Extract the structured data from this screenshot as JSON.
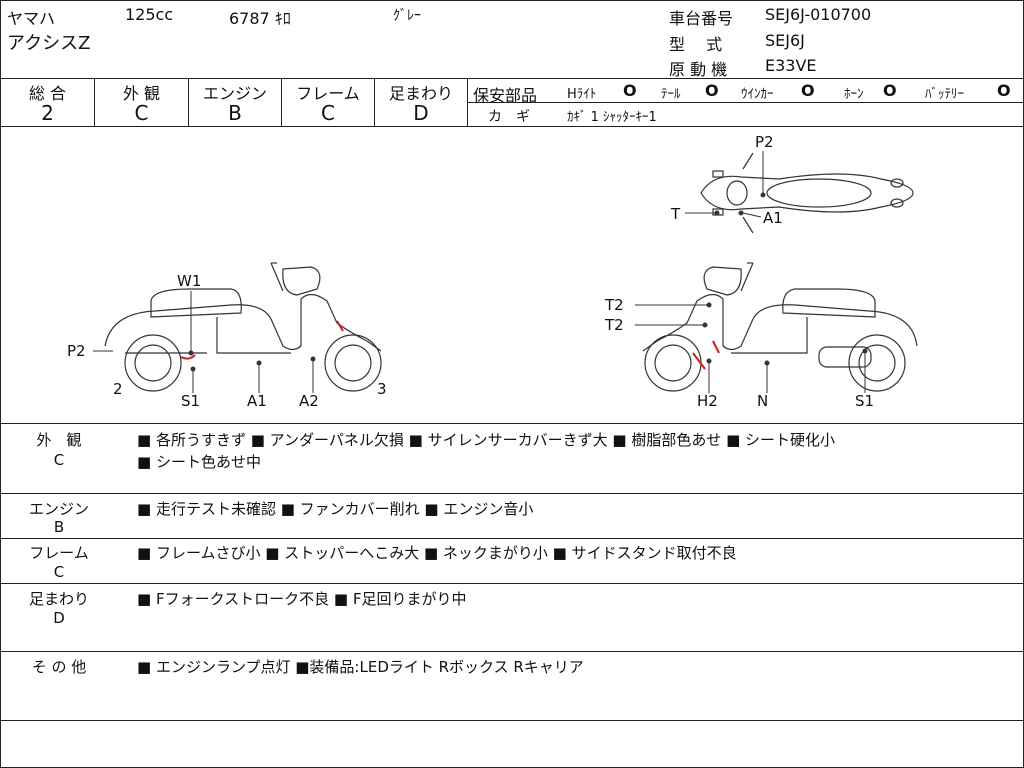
{
  "header": {
    "maker": "ヤマハ",
    "displacement": "125cc",
    "mileage": "6787 ｷﾛ",
    "color": "ｸﾞﾚｰ",
    "model_name": "アクシスZ",
    "frame_number_label": "車台番号",
    "frame_number": "SEJ6J-010700",
    "model_code_label": "型　 式",
    "model_code": "SEJ6J",
    "engine_label": "原 動 機",
    "engine_code": "E33VE"
  },
  "grades": [
    {
      "label": "総 合",
      "value": "2"
    },
    {
      "label": "外 観",
      "value": "C"
    },
    {
      "label": "エンジン",
      "value": "B"
    },
    {
      "label": "フレーム",
      "value": "C"
    },
    {
      "label": "足まわり",
      "value": "D"
    }
  ],
  "safety": {
    "title": "保安部品",
    "items": [
      {
        "label": "Hﾗｲﾄ",
        "mark": "O"
      },
      {
        "label": "ﾃｰﾙ",
        "mark": "O"
      },
      {
        "label": "ｳｲﾝｶｰ",
        "mark": "O"
      },
      {
        "label": "ﾎｰﾝ",
        "mark": "O"
      },
      {
        "label": "ﾊﾞｯﾃﾘｰ",
        "mark": "O"
      }
    ],
    "key_label": "カ　ギ",
    "key_value": "ｶｷﾞ 1 ｼｬｯﾀｰｷｰ1"
  },
  "diagram": {
    "top_labels": [
      "P2",
      "T",
      "A1"
    ],
    "left_labels": [
      "W1",
      "P2",
      "2",
      "S1",
      "A1",
      "A2",
      "3"
    ],
    "right_labels": [
      "T2",
      "T2",
      "H2",
      "N",
      "S1"
    ]
  },
  "notes": [
    {
      "label": "外　観",
      "grade": "C",
      "lines": [
        "■ 各所うすきず ■ アンダーパネル欠損 ■ サイレンサーカバーきず大 ■ 樹脂部色あせ ■ シート硬化小",
        "■ シート色あせ中"
      ]
    },
    {
      "label": "エンジン",
      "grade": "B",
      "lines": [
        "■ 走行テスト未確認 ■ ファンカバー削れ ■ エンジン音小"
      ]
    },
    {
      "label": "フレーム",
      "grade": "C",
      "lines": [
        "■ フレームさび小 ■ ストッパーへこみ大 ■ ネックまがり小 ■ サイドスタンド取付不良"
      ]
    },
    {
      "label": "足まわり",
      "grade": "D",
      "lines": [
        "■ Fフォークストローク不良 ■ F足回りまがり中"
      ]
    },
    {
      "label": "そ の 他",
      "grade": "",
      "lines": [
        "■ エンジンランプ点灯 ■装備品:LEDライト Rボックス Rキャリア"
      ]
    }
  ],
  "colors": {
    "line": "#222222",
    "damage": "#cc2222"
  }
}
